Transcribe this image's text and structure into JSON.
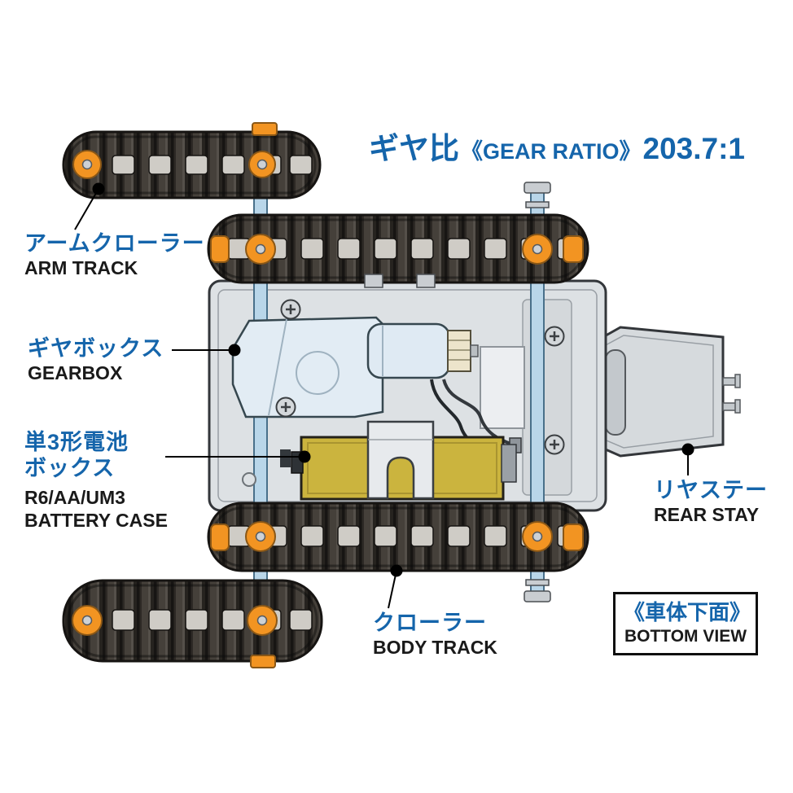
{
  "gear_ratio": {
    "jp": "ギヤ比",
    "en": "《GEAR RATIO》",
    "value": "203.7:1"
  },
  "labels": {
    "arm_track": {
      "jp": "アームクローラー",
      "en": "ARM TRACK"
    },
    "gearbox": {
      "jp": "ギヤボックス",
      "en": "GEARBOX"
    },
    "battery_case": {
      "jp_line1": "単3形電池",
      "jp_line2": "ボックス",
      "en_line1": "R6/AA/UM3",
      "en_line2": "BATTERY CASE"
    },
    "rear_stay": {
      "jp": "リヤステー",
      "en": "REAR STAY"
    },
    "body_track": {
      "jp": "クローラー",
      "en": "BODY TRACK"
    },
    "bottom_view": {
      "jp": "《車体下面》",
      "en": "BOTTOM VIEW"
    }
  },
  "colors": {
    "label_blue": "#1565ab",
    "text_black": "#1a1a1a",
    "track_dark": "#45403a",
    "accent_orange": "#f29422",
    "battery_yellow": "#cbb43e",
    "chassis_gray": "#dde1e4",
    "gearbox_blue": "#e2ecf4",
    "shaft_blue": "#b9d6e9"
  }
}
